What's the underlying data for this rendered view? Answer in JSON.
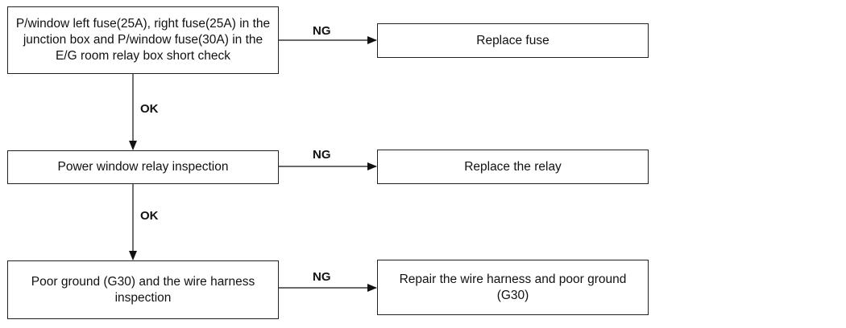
{
  "steps": [
    {
      "check": "P/window left fuse(25A), right fuse(25A) in the junction box and P/window fuse(30A) in the E/G room relay box short check",
      "fail_result": "NG",
      "action": "Replace fuse",
      "pass_result": "OK"
    },
    {
      "check": "Power window relay inspection",
      "fail_result": "NG",
      "action": "Replace the relay",
      "pass_result": "OK"
    },
    {
      "check": "Poor ground (G30) and the wire harness inspection",
      "fail_result": "NG",
      "action": "Repair the wire harness and poor ground (G30)"
    }
  ]
}
